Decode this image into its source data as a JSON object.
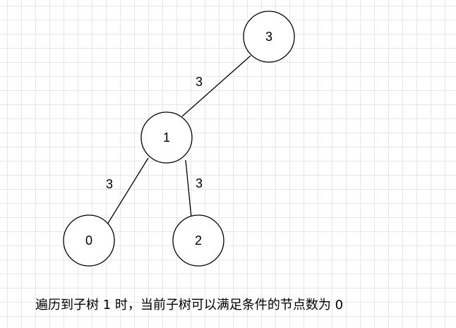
{
  "tree": {
    "nodes": [
      {
        "id": "n3",
        "label": "3"
      },
      {
        "id": "n1",
        "label": "1"
      },
      {
        "id": "n0",
        "label": "0"
      },
      {
        "id": "n2",
        "label": "2"
      }
    ],
    "edges": [
      {
        "from": "n3",
        "to": "n1",
        "weight": "3"
      },
      {
        "from": "n1",
        "to": "n0",
        "weight": "3"
      },
      {
        "from": "n1",
        "to": "n2",
        "weight": "3"
      }
    ]
  },
  "caption": "遍历到子树 1 时，当前子树可以满足条件的节点数为 0"
}
